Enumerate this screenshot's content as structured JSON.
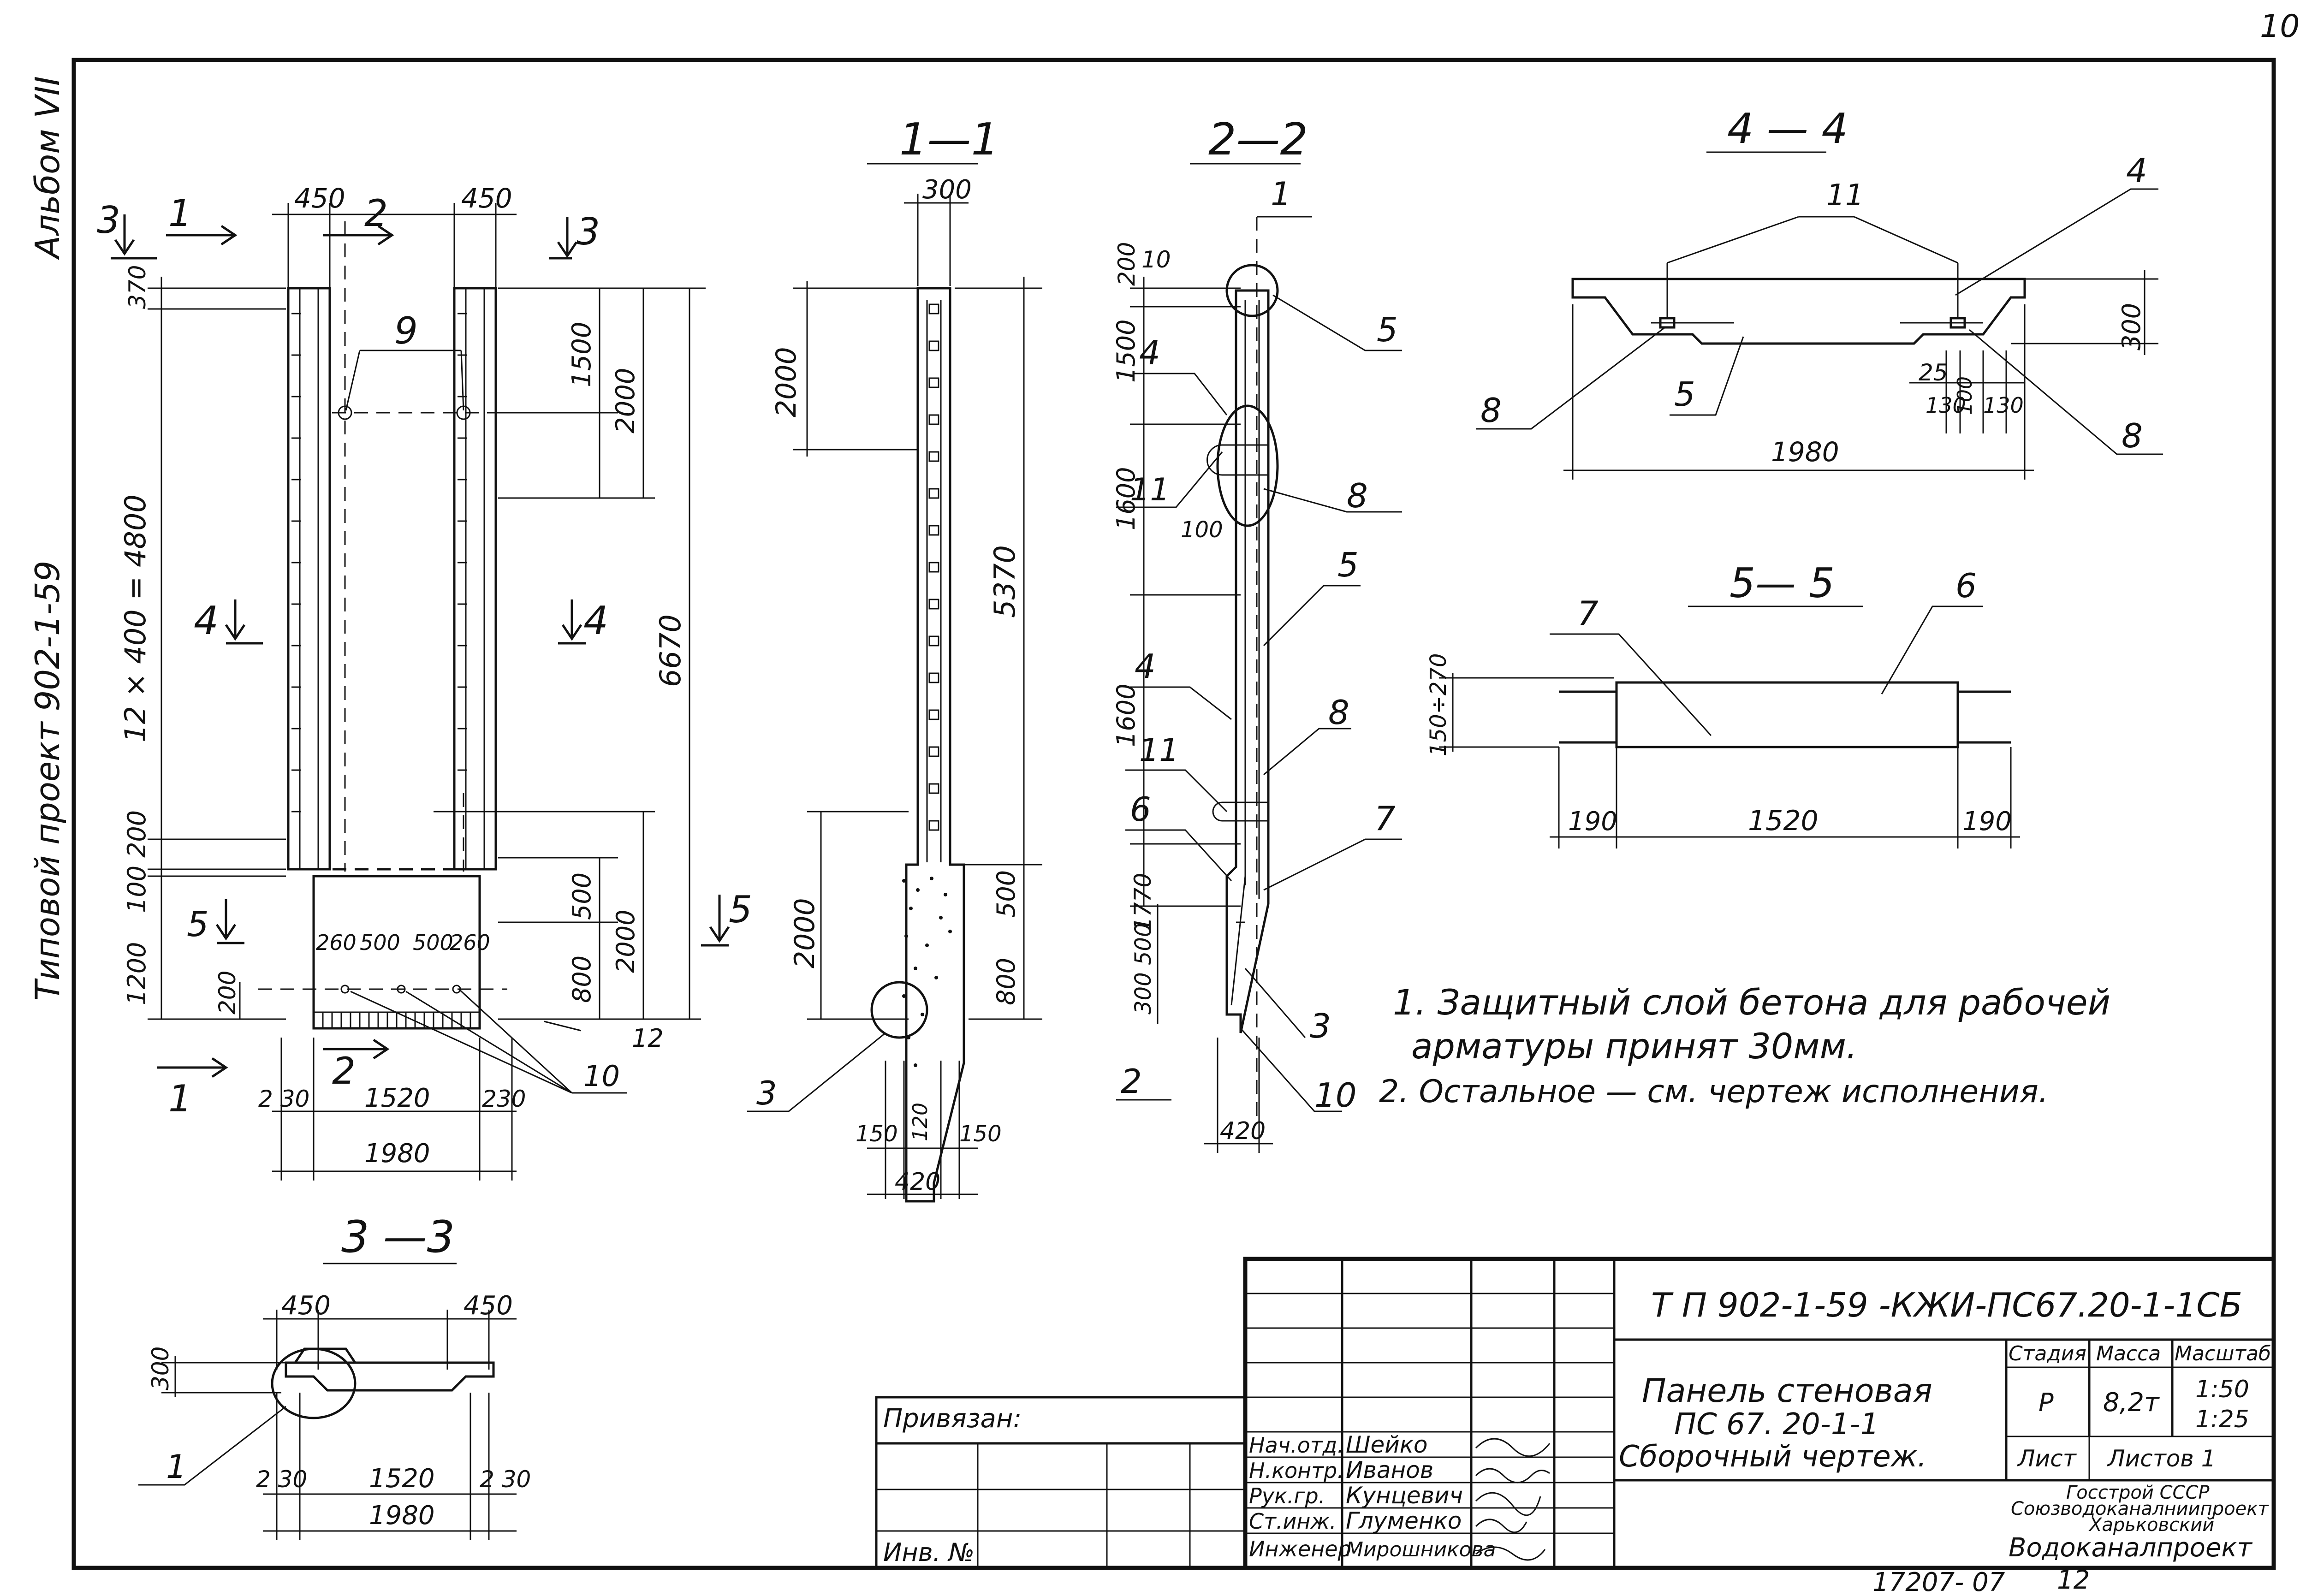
{
  "page_number": "10",
  "side_text": {
    "album": "Альбом VII",
    "project": "Типовой проект 902-1-59"
  },
  "front_view": {
    "section_marks": [
      "3",
      "1",
      "2",
      "3",
      "4",
      "4",
      "5",
      "1",
      "2"
    ],
    "dim_top_left": "450",
    "dim_top_right": "450",
    "dim_370": "370",
    "dim_1500": "1500",
    "dim_2000_upper": "2000",
    "dim_rungs": "12 × 400 = 4800",
    "dim_total_height": "6670",
    "dim_200": "200",
    "dim_100": "100",
    "dim_1200": "1200",
    "dim_500": "500",
    "dim_2000_lower": "2000",
    "dim_800": "800",
    "dim_200_bottom": "200",
    "dim_spacing": [
      "260",
      "500",
      "500",
      "260"
    ],
    "dim_12": "12",
    "callout_9": "9",
    "callout_10": "10",
    "dim_bottom_left": "2 30",
    "dim_bottom_mid": "1520",
    "dim_bottom_right": "230",
    "dim_overall_width": "1980"
  },
  "section_1_1": {
    "title": "1—1",
    "dim_300": "300",
    "dim_2000_top": "2000",
    "dim_5370": "5370",
    "dim_2000_bottom": "2000",
    "dim_500": "500",
    "dim_800": "800",
    "callout_3": "3",
    "dim_150_left": "150",
    "dim_120": "120",
    "dim_150_right": "150",
    "dim_420": "420"
  },
  "section_2_2": {
    "title": "2—2",
    "dim_200": "200",
    "dim_10": "10",
    "dim_1500": "1500",
    "dim_1600_a": "1600",
    "dim_100": "100",
    "dim_1600_b": "1600",
    "dim_1770": "1770",
    "dim_300_500": "300 500",
    "dim_420": "420",
    "callouts": [
      "1",
      "5",
      "4",
      "11",
      "8",
      "5",
      "4",
      "8",
      "11",
      "6",
      "7",
      "3",
      "2",
      "10"
    ]
  },
  "section_4_4": {
    "title": "4 — 4",
    "callout_11": "11",
    "callout_4": "4",
    "callout_8_left": "8",
    "callout_5": "5",
    "callout_8_right": "8",
    "dim_300": "300",
    "dim_25": "25",
    "dim_130_left": "130",
    "dim_100": "100",
    "dim_130_right": "130",
    "dim_1980": "1980"
  },
  "section_5_5": {
    "title": "5— 5",
    "callout_7": "7",
    "callout_6": "6",
    "dim_height": "150÷270",
    "dim_190_left": "190",
    "dim_1520": "1520",
    "dim_190_right": "190"
  },
  "section_3_3": {
    "title": "3 —3",
    "dim_450_left": "450",
    "dim_450_right": "450",
    "dim_300": "300",
    "callout_1": "1",
    "dim_230_left": "2 30",
    "dim_1520": "1520",
    "dim_230_right": "2 30",
    "dim_1980": "1980"
  },
  "notes": [
    "1. Защитный слой бетона для рабочей",
    "арматуры принят 30мм.",
    "2. Остальное — см. чертеж исполнения."
  ],
  "title_block": {
    "code": "Т П 902-1-59  -КЖИ-ПС67.20-1-1СБ",
    "name_line1": "Панель  стеновая",
    "name_line2": "ПС 67. 20-1-1",
    "name_line3": "Сборочный  чертеж.",
    "stage_label": "Стадия",
    "mass_label": "Масса",
    "scale_label": "Масштаб",
    "stage_value": "Р",
    "mass_value": "8,2т",
    "scale_value_1": "1:50",
    "scale_value_2": "1:25",
    "sheet_label": "Лист",
    "sheets_label": "Листов 1",
    "org_line1": "Госстрой  СССР",
    "org_line2": "Союзводоканалниипроект",
    "org_line3": "Харьковский",
    "org_line4": "Водоканалпроект",
    "bound_label": "Привязан:",
    "inv_label": "Инв. №",
    "roles": [
      "Нач.отд.",
      "Н.контр.",
      "Рук.гр.",
      "Ст.инж.",
      "Инженер"
    ],
    "names": [
      "Шейко",
      "Иванов",
      "Кунцевич",
      "Глуменко",
      "Мирошникова"
    ],
    "stamp_number": "17207- 07",
    "stamp_sheet": "12"
  }
}
